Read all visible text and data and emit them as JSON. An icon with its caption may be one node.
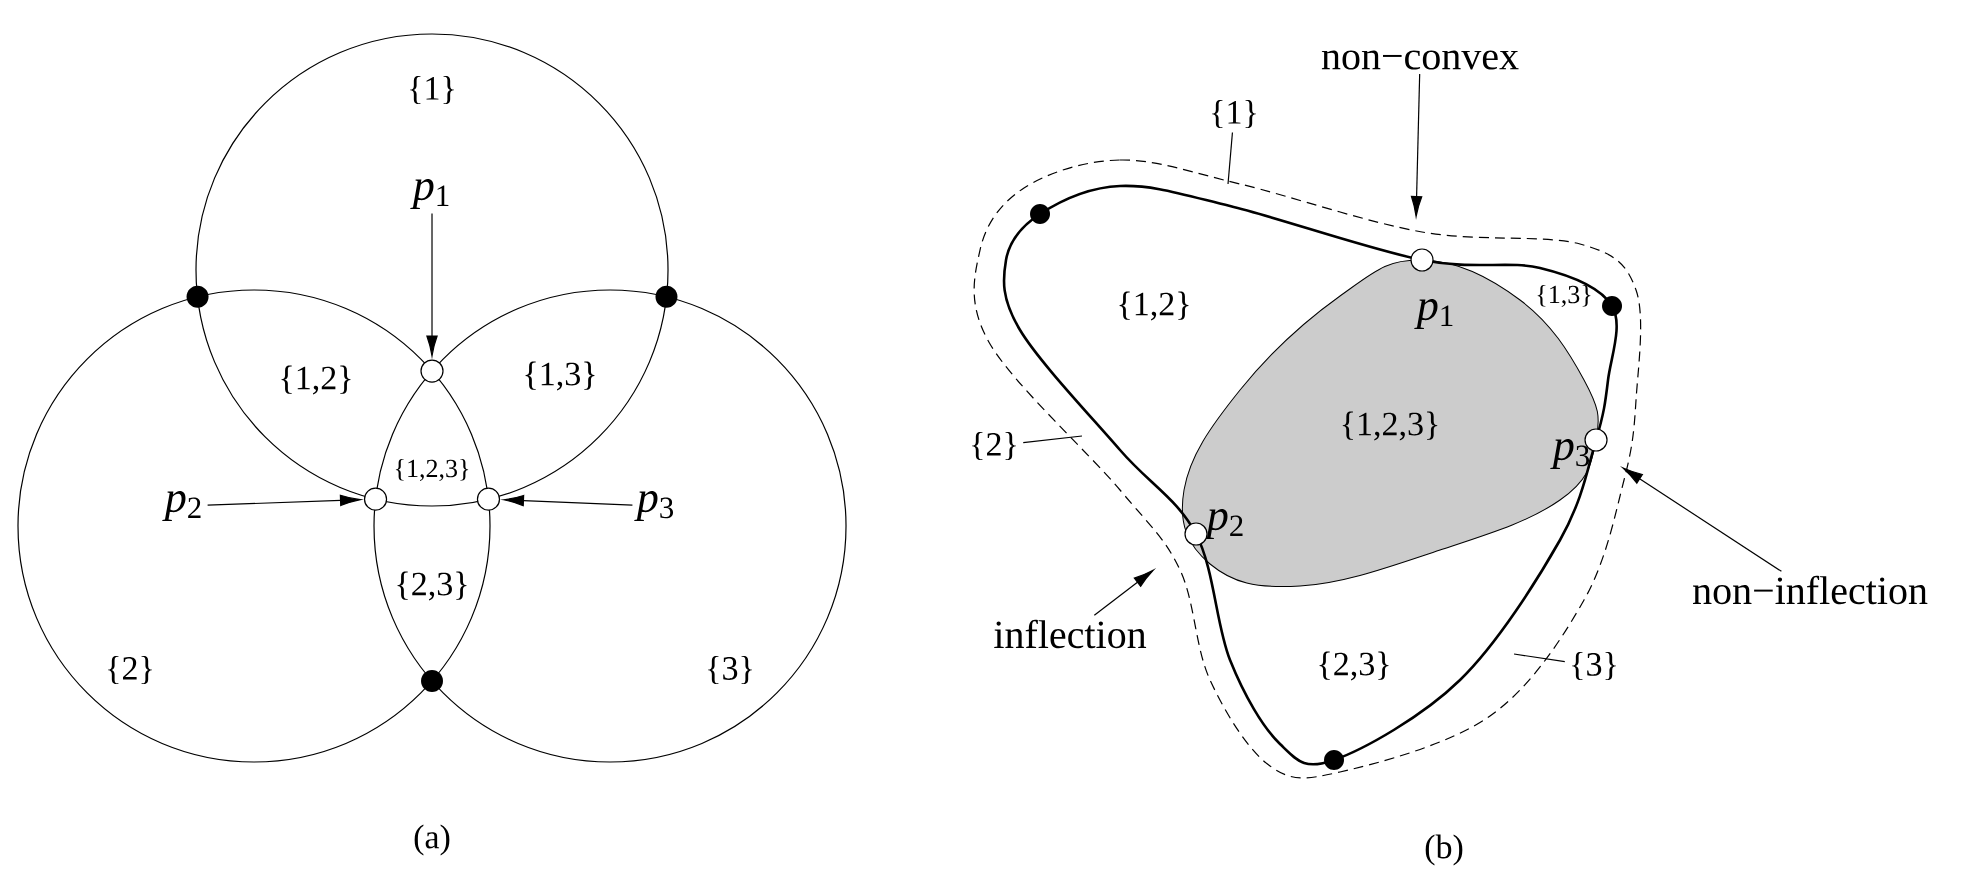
{
  "diagram": {
    "nodes": [
      {
        "text": [
          "*p*$_{1}$"
        ]
      },
      {
        "text": [],
        "shape": "circle"
      },
      {
        "text": [
          "*p*$_{2}$"
        ]
      },
      {
        "text": [],
        "shape": "circle"
      },
      {
        "text": [
          "*p*$_{3}$"
        ]
      },
      {
        "text": [],
        "shape": "circle"
      },
      {
        "text": [
          "non−convex"
        ]
      },
      {
        "text": [
          "inflection"
        ]
      },
      {
        "text": [
          "non−inflection"
        ]
      },
      {
        "text": [
          "{1}"
        ]
      },
      {
        "text": [
          "{2}"
        ]
      },
      {
        "text": [
          "{3}"
        ]
      },
      {
        "text": [],
        "shape": "circle"
      },
      {
        "text": [],
        "shape": "circle"
      },
      {
        "text": [],
        "shape": "circle"
      }
    ],
    "edges": [
      {
        "from": 0,
        "to": 1,
        "arrow": "to"
      },
      {
        "from": 2,
        "to": 3,
        "arrow": "to"
      },
      {
        "from": 4,
        "to": 5,
        "arrow": "to"
      },
      {
        "from": 6,
        "to": null,
        "arrow": "to"
      },
      {
        "from": 7,
        "to": null,
        "arrow": "to"
      },
      {
        "from": 8,
        "to": null,
        "arrow": "to"
      },
      {
        "from": 9,
        "to": null,
        "arrow": "none"
      },
      {
        "from": 10,
        "to": null,
        "arrow": "none"
      },
      {
        "from": 11,
        "to": null,
        "arrow": "none"
      }
    ],
    "labels": [
      "{1}",
      "{1,2}",
      "{1,3}",
      "{1,2,3}",
      "{2,3}",
      "{2}",
      "{3}",
      "(a)",
      "{1,2}",
      "*p*$_{1}$",
      "{1,3}",
      "{1,2,3}",
      "*p*$_{3}$",
      "*p*$_{2}$",
      "{2,3}",
      "(b)"
    ]
  }
}
